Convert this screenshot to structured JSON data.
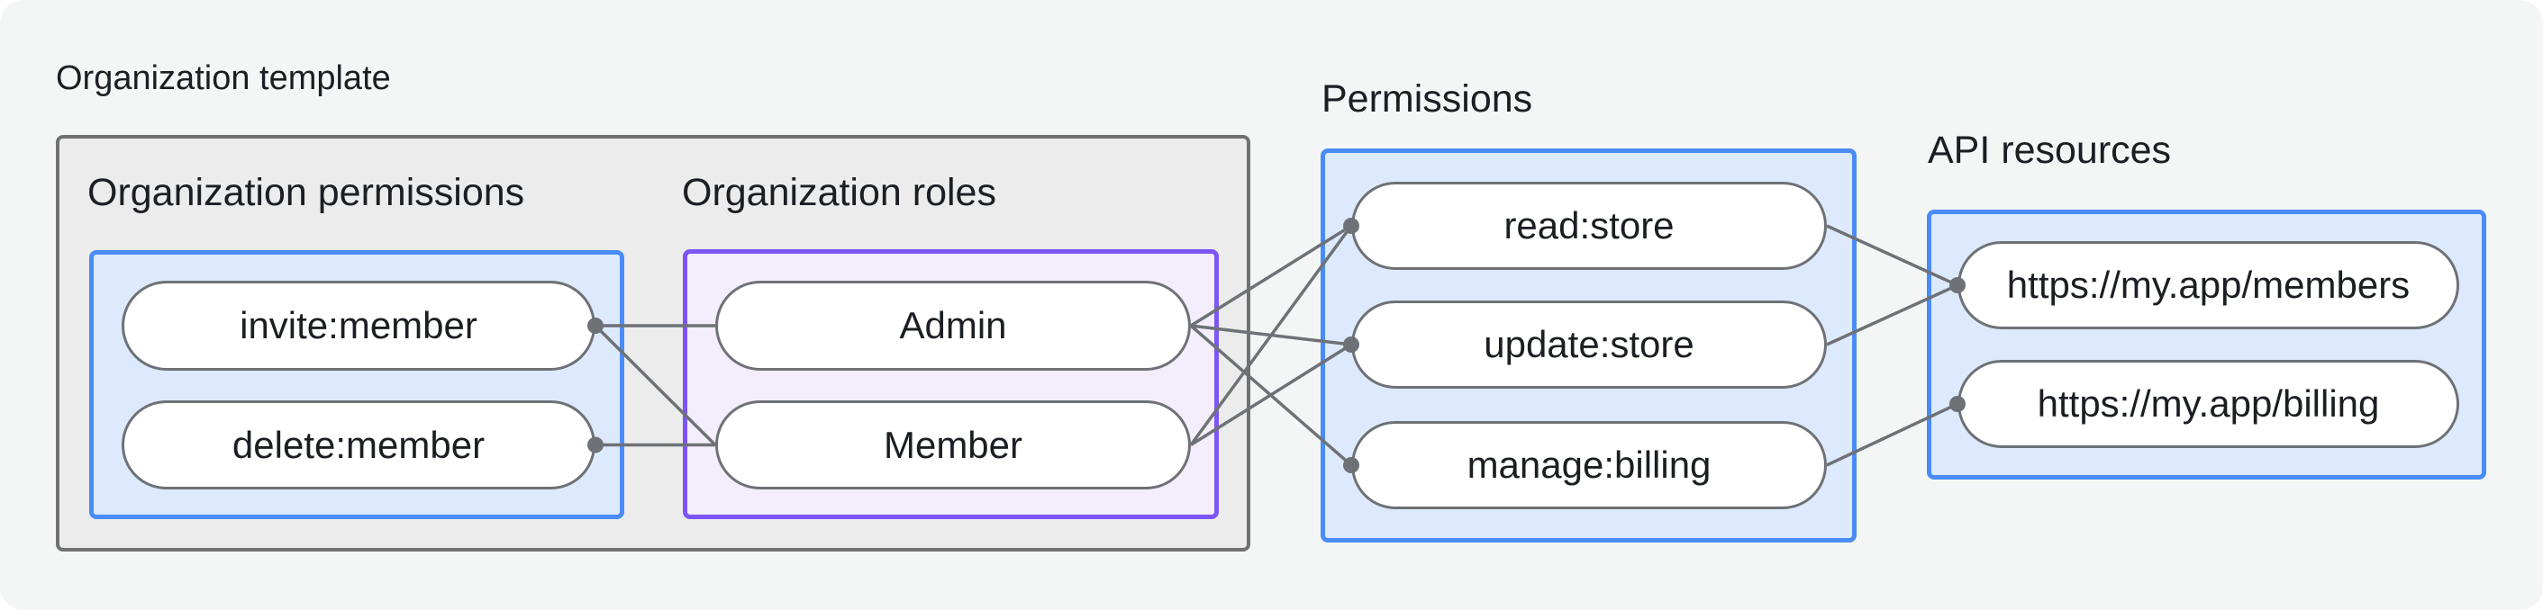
{
  "diagram": {
    "title": "Organization template",
    "sections": {
      "org_permissions_label": "Organization permissions",
      "org_roles_label": "Organization roles",
      "permissions_label": "Permissions",
      "api_resources_label": "API resources"
    },
    "nodes": {
      "invite": "invite:member",
      "delete": "delete:member",
      "admin": "Admin",
      "member": "Member",
      "read": "read:store",
      "update": "update:store",
      "manage": "manage:billing",
      "members_api": "https://my.app/members",
      "billing_api": "https://my.app/billing"
    },
    "edges": [
      {
        "from": "invite",
        "to": "admin"
      },
      {
        "from": "invite",
        "to": "member"
      },
      {
        "from": "delete",
        "to": "member"
      },
      {
        "from": "admin",
        "to": "read"
      },
      {
        "from": "admin",
        "to": "update"
      },
      {
        "from": "admin",
        "to": "manage"
      },
      {
        "from": "member",
        "to": "read"
      },
      {
        "from": "member",
        "to": "update"
      },
      {
        "from": "read",
        "to": "members_api"
      },
      {
        "from": "update",
        "to": "members_api"
      },
      {
        "from": "manage",
        "to": "billing_api"
      }
    ],
    "colors": {
      "background": "#f4f6f5",
      "container_fill": "#ebeceb",
      "container_border": "#717171",
      "blue_fill": "#ddeafd",
      "blue_border": "#4a8cf7",
      "purple_fill": "#f3edfc",
      "purple_border": "#7c55f6",
      "pill_fill": "#ffffff",
      "pill_border": "#6e7175",
      "connector": "#6e7175",
      "text": "#1b1e23"
    }
  }
}
